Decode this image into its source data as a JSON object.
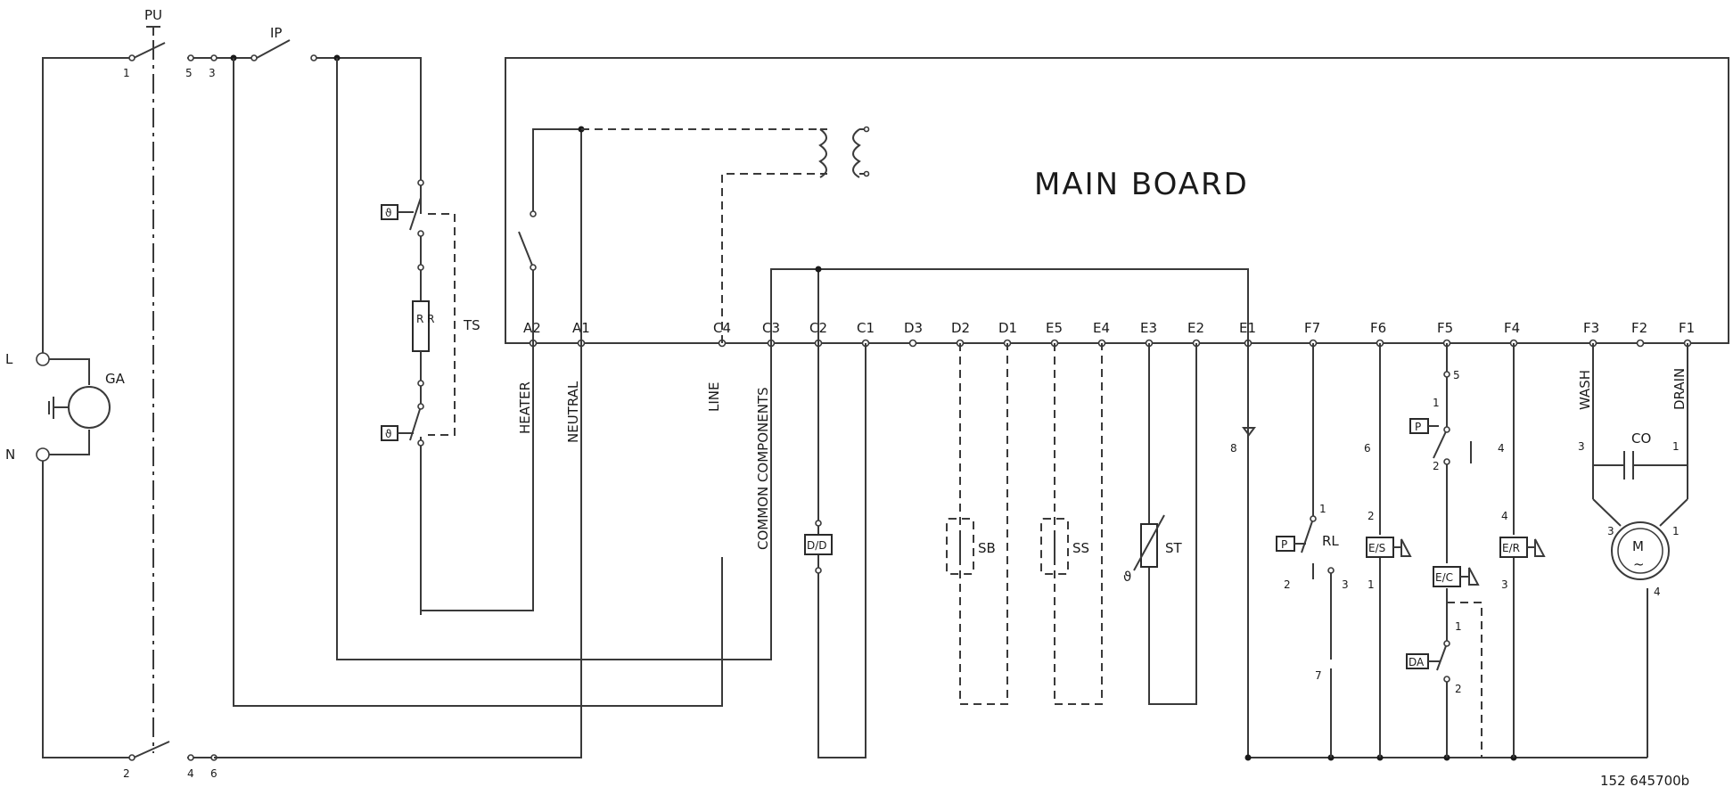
{
  "board": {
    "title": "MAIN BOARD"
  },
  "components": {
    "pu": "PU",
    "ip": "IP",
    "ts": "TS",
    "ga": "GA",
    "rl": "RL",
    "sb": "SB",
    "ss": "SS",
    "st": "ST",
    "co": "CO",
    "p": "P",
    "da": "DA",
    "m": "M"
  },
  "supply": {
    "l": "L",
    "n": "N"
  },
  "connectors": [
    "A2",
    "A1",
    "C4",
    "C3",
    "C2",
    "C1",
    "D3",
    "D2",
    "D1",
    "E5",
    "E4",
    "E3",
    "E2",
    "E1",
    "F7",
    "F6",
    "F5",
    "F4",
    "F3",
    "F2",
    "F1"
  ],
  "wire_labels": {
    "heater": "HEATER",
    "neutral": "NEUTRAL",
    "line": "LINE",
    "common": "COMMON COMPONENTS",
    "wash": "WASH",
    "drain": "DRAIN"
  },
  "pins": {
    "pu_1": "1",
    "pu_5": "5",
    "pu_3": "3",
    "pu_2": "2",
    "pu_4": "4",
    "pu_6": "6",
    "e1_8": "8",
    "rl_1": "1",
    "rl_2": "2",
    "rl_3": "3",
    "rl_7": "7",
    "f6_6": "6",
    "f6_2": "2",
    "f6_1": "1",
    "f5_5": "5",
    "f5_1": "1",
    "f5_2": "2",
    "da_1": "1",
    "da_2": "2",
    "f4_4": "4",
    "f4_3": "3",
    "co_3": "3",
    "co_1": "1",
    "m_3": "3",
    "m_1": "1",
    "m_4": "4"
  },
  "valve_labels": {
    "es": "E/S",
    "er": "E/R",
    "ec": "E/C",
    "dd": "D/D"
  },
  "resistor_label": "R R",
  "drawing_number": "152 645700b"
}
